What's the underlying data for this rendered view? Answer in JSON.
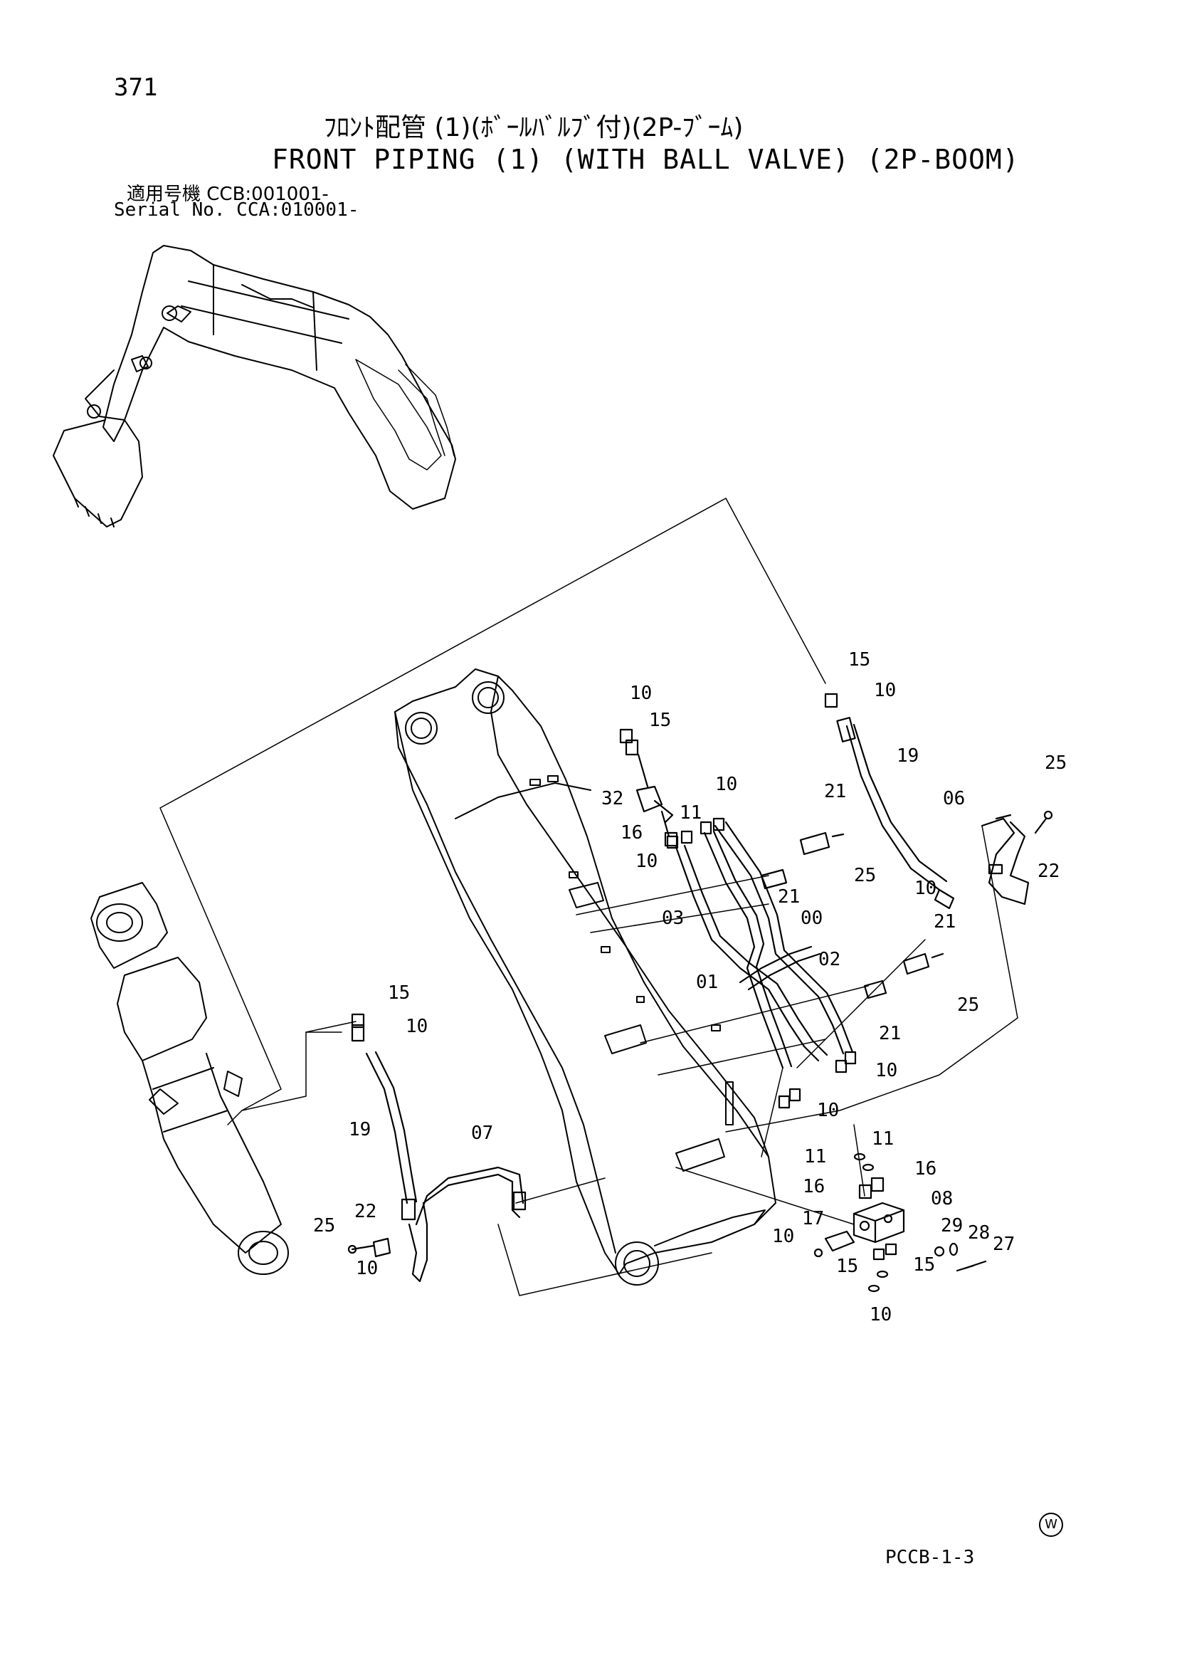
{
  "header": {
    "page_number": "371",
    "title_jp": "ﾌﾛﾝﾄ配管 (1)(ﾎﾞｰﾙﾊﾞﾙﾌﾞ付)(2P-ﾌﾞｰﾑ)",
    "title_en": "FRONT PIPING (1) (WITH BALL VALVE) (2P-BOOM)",
    "applicable_models": "適用号機 CCB:001001-",
    "serial_no": "Serial No. CCA:010001-"
  },
  "footer": {
    "watermark_symbol": "W",
    "reference_code": "PCCB-1-3"
  },
  "callouts": [
    "15",
    "10",
    "10",
    "15",
    "19",
    "25",
    "06",
    "22",
    "10",
    "32",
    "10",
    "11",
    "21",
    "16",
    "10",
    "25",
    "21",
    "03",
    "00",
    "02",
    "21",
    "01",
    "25",
    "21",
    "10",
    "10",
    "15",
    "10",
    "19",
    "07",
    "11",
    "11",
    "16",
    "16",
    "08",
    "29",
    "28",
    "27",
    "25",
    "22",
    "10",
    "10",
    "17",
    "15",
    "15",
    "10"
  ]
}
